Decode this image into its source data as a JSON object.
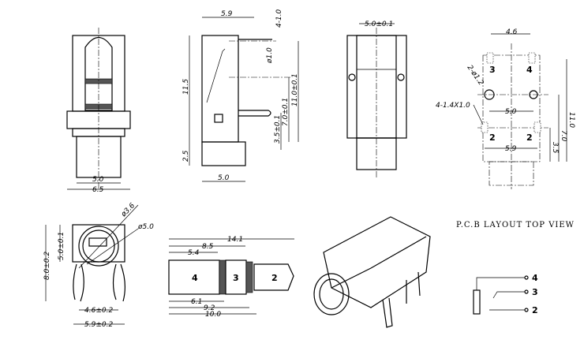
{
  "front_view": {
    "dim_width_inner": "5.0",
    "dim_width_outer": "6.5"
  },
  "side_view": {
    "dim_top": "5.9",
    "dim_height": "11.5",
    "dim_base": "2.5",
    "dim_bottom": "5.0",
    "dim_pin_width": "4-1.0",
    "dim_hole": "ø1.0",
    "dim_11": "11.0±0.1",
    "dim_7": "7.0±0.1",
    "dim_35": "3.5±0.1"
  },
  "top_view": {
    "dim_width": "5.0±0.1"
  },
  "pcb_view": {
    "dim_46": "4.6",
    "dim_holes": "2-ø1.2",
    "dim_pads": "4-1.4X1.0",
    "dim_50": "5.0",
    "dim_59": "5.9",
    "dim_110": "11.0",
    "dim_70": "7.0",
    "dim_35": "3.5",
    "pin_labels": [
      "3",
      "4",
      "2",
      "2"
    ]
  },
  "face_view": {
    "dim_d36": "ø3.6",
    "dim_d50": "ø5.0",
    "dim_h5": "5.0±0.1",
    "dim_h8": "8.0±0.2",
    "dim_46": "4.6±0.2",
    "dim_59": "5.9±0.2"
  },
  "plug_view": {
    "dim_141": "14.1",
    "dim_85": "8.5",
    "dim_54": "5.4",
    "dim_61": "6.1",
    "dim_92": "9.2",
    "dim_100": "10.0",
    "segment_labels": [
      "4",
      "3",
      "2"
    ]
  },
  "pcb_layout_title": "P.C.B LAYOUT TOP VIEW",
  "schematic": {
    "pin_labels": [
      "4",
      "3",
      "2"
    ]
  }
}
